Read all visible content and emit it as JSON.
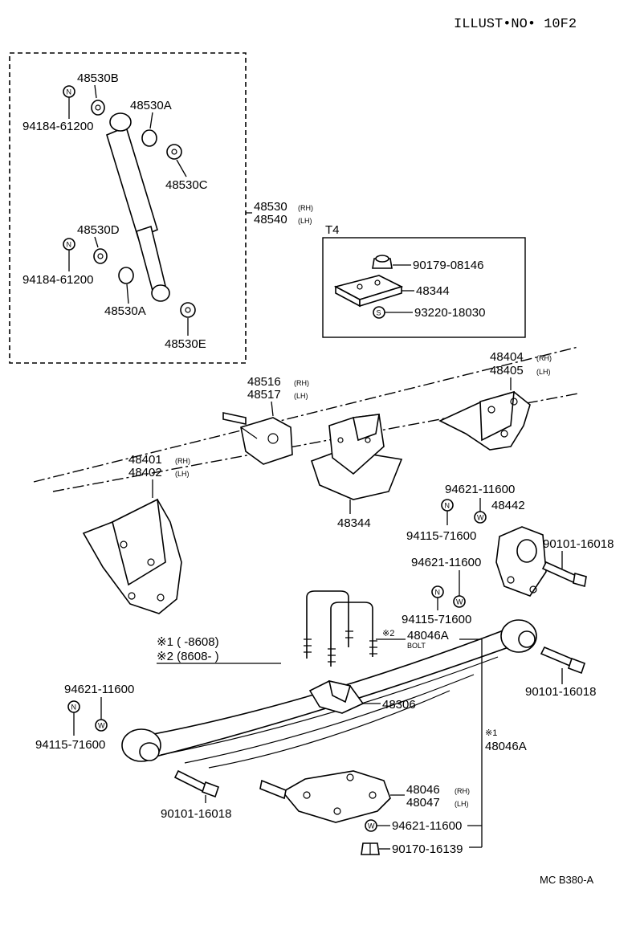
{
  "header": {
    "illust_no": "ILLUST•NO• 10F2"
  },
  "footer": {
    "code": "MC B380-A"
  },
  "t4_box": {
    "title": "T4"
  },
  "shock_group": {
    "rh": "48530",
    "rh_tag": "(RH)",
    "lh": "48540",
    "lh_tag": "(LH)"
  },
  "notes": {
    "n1": "※1 (      -8608)",
    "n2": "※2 (8608-      )"
  },
  "markers": {
    "n": "N",
    "w": "W",
    "s": "S"
  },
  "labels": {
    "p48530B": "48530B",
    "p94184_a": "94184-61200",
    "p48530A_a": "48530A",
    "p48530C": "48530C",
    "p48530D": "48530D",
    "p94184_b": "94184-61200",
    "p48530A_b": "48530A",
    "p48530E": "48530E",
    "p90179": "90179-08146",
    "p48344_t4": "48344",
    "p93220": "93220-18030",
    "p48404": "48404",
    "p48404_tag": "(RH)",
    "p48405": "48405",
    "p48405_tag": "(LH)",
    "p48516": "48516",
    "p48516_tag": "(RH)",
    "p48517": "48517",
    "p48517_tag": "(LH)",
    "p48401": "48401",
    "p48401_tag": "(RH)",
    "p48402": "48402",
    "p48402_tag": "(LH)",
    "p48344": "48344",
    "p94621_a": "94621-11600",
    "p48442": "48442",
    "p94115_a": "94115-71600",
    "p90101_a": "90101-16018",
    "p94621_b": "94621-11600",
    "p94115_b": "94115-71600",
    "p48046A_mark": "※2",
    "p48046A_a": "48046A",
    "p48046A_bolt": "BOLT",
    "p90101_b": "90101-16018",
    "p94621_c": "94621-11600",
    "p94115_c": "94115-71600",
    "p48306": "48306",
    "p48046A_mark1": "※1",
    "p48046A_b": "48046A",
    "p90101_c": "90101-16018",
    "p48046": "48046",
    "p48046_tag": "(RH)",
    "p48047": "48047",
    "p48047_tag": "(LH)",
    "p94621_d": "94621-11600",
    "p90170": "90170-16139"
  }
}
